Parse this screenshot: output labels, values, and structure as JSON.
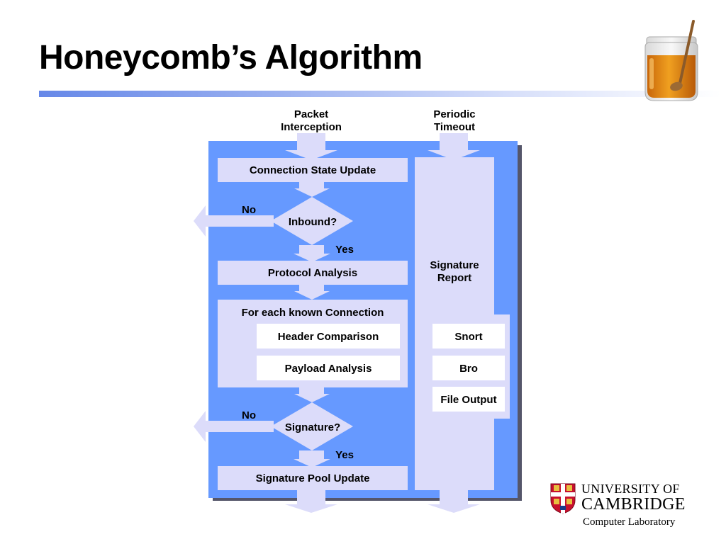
{
  "slide": {
    "title": "Honeycomb’s Algorithm"
  },
  "diagram": {
    "inputs": {
      "packet_interception_line1": "Packet",
      "packet_interception_line2": "Interception",
      "periodic_timeout_line1": "Periodic",
      "periodic_timeout_line2": "Timeout"
    },
    "steps": {
      "connection_state_update": "Connection State Update",
      "inbound_decision": "Inbound?",
      "inbound_no": "No",
      "inbound_yes": "Yes",
      "protocol_analysis": "Protocol Analysis",
      "for_each_connection": "For each known Connection",
      "header_comparison": "Header Comparison",
      "payload_analysis": "Payload Analysis",
      "signature_decision": "Signature?",
      "signature_no": "No",
      "signature_yes": "Yes",
      "signature_pool_update": "Signature Pool Update"
    },
    "report": {
      "label_line1": "Signature",
      "label_line2": "Report",
      "outputs": [
        "Snort",
        "Bro",
        "File Output"
      ]
    },
    "colors": {
      "panel_blue": "#6699ff",
      "box_lavender": "#dcdcfa",
      "arrow_lavender": "#dcdcfa",
      "shadow": "#555566"
    }
  },
  "logo": {
    "line1": "UNIVERSITY OF",
    "line2": "CAMBRIDGE",
    "line3": "Computer Laboratory"
  }
}
